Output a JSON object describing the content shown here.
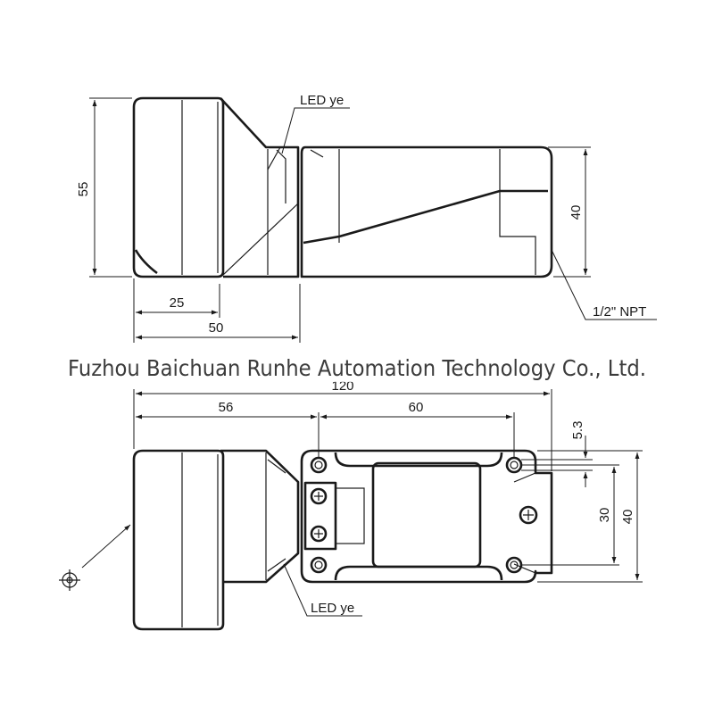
{
  "top_view": {
    "led_label": "LED ye",
    "dim_height": "55",
    "dim_25": "25",
    "dim_50": "50",
    "dim_40": "40",
    "npt_label": "1/2\" NPT"
  },
  "bottom_view": {
    "dim_total": "120",
    "dim_56": "56",
    "dim_60": "60",
    "dim_5_3": "5.3",
    "dim_30": "30",
    "dim_40": "40",
    "led_label": "LED ye"
  },
  "watermark": "Fuzhou Baichuan Runhe Automation Technology Co., Ltd.",
  "colors": {
    "line": "#1a1a1a",
    "background": "#ffffff",
    "watermark": "#3c3c3c"
  }
}
